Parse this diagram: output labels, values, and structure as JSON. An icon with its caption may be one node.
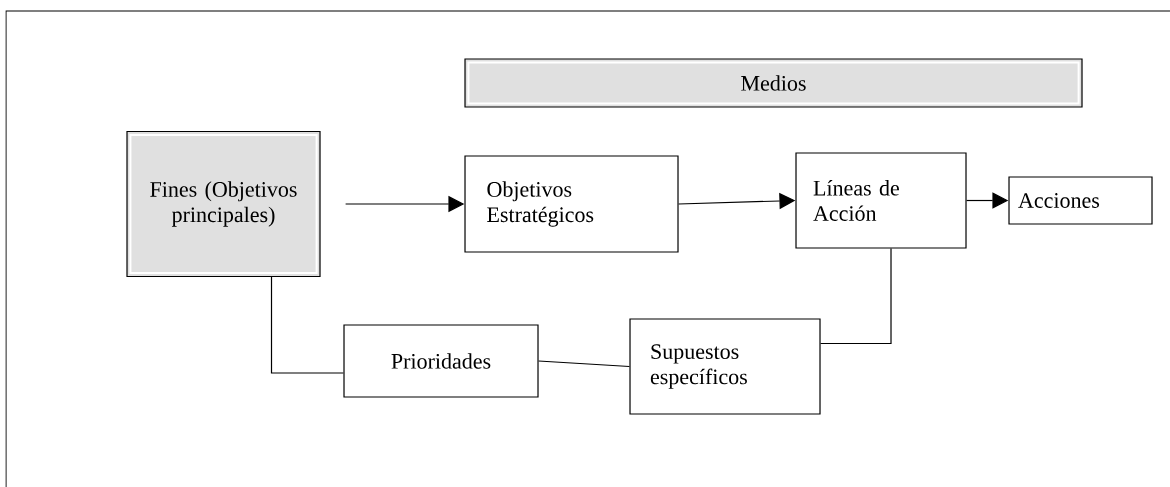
{
  "diagram": {
    "nodes": [
      {
        "text": [
          "Medios"
        ]
      },
      {
        "text": [
          "Fines (Objetivos principales)"
        ]
      },
      {
        "text": [
          "Objetivos Estratégicos"
        ]
      },
      {
        "text": [
          "Líneas de Acción"
        ]
      },
      {
        "text": [
          "Acciones"
        ]
      },
      {
        "text": [
          "Prioridades"
        ]
      },
      {
        "text": [
          "Supuestos específicos"
        ]
      }
    ],
    "edges": [
      {
        "from": 1,
        "to": 2,
        "arrow": "to"
      },
      {
        "from": 2,
        "to": 3,
        "arrow": "to"
      },
      {
        "from": 3,
        "to": 4,
        "arrow": "to"
      },
      {
        "from": 1,
        "to": 5,
        "arrow": "none"
      },
      {
        "from": 5,
        "to": 6,
        "arrow": "none"
      },
      {
        "from": 6,
        "to": 3,
        "arrow": "none"
      }
    ]
  }
}
